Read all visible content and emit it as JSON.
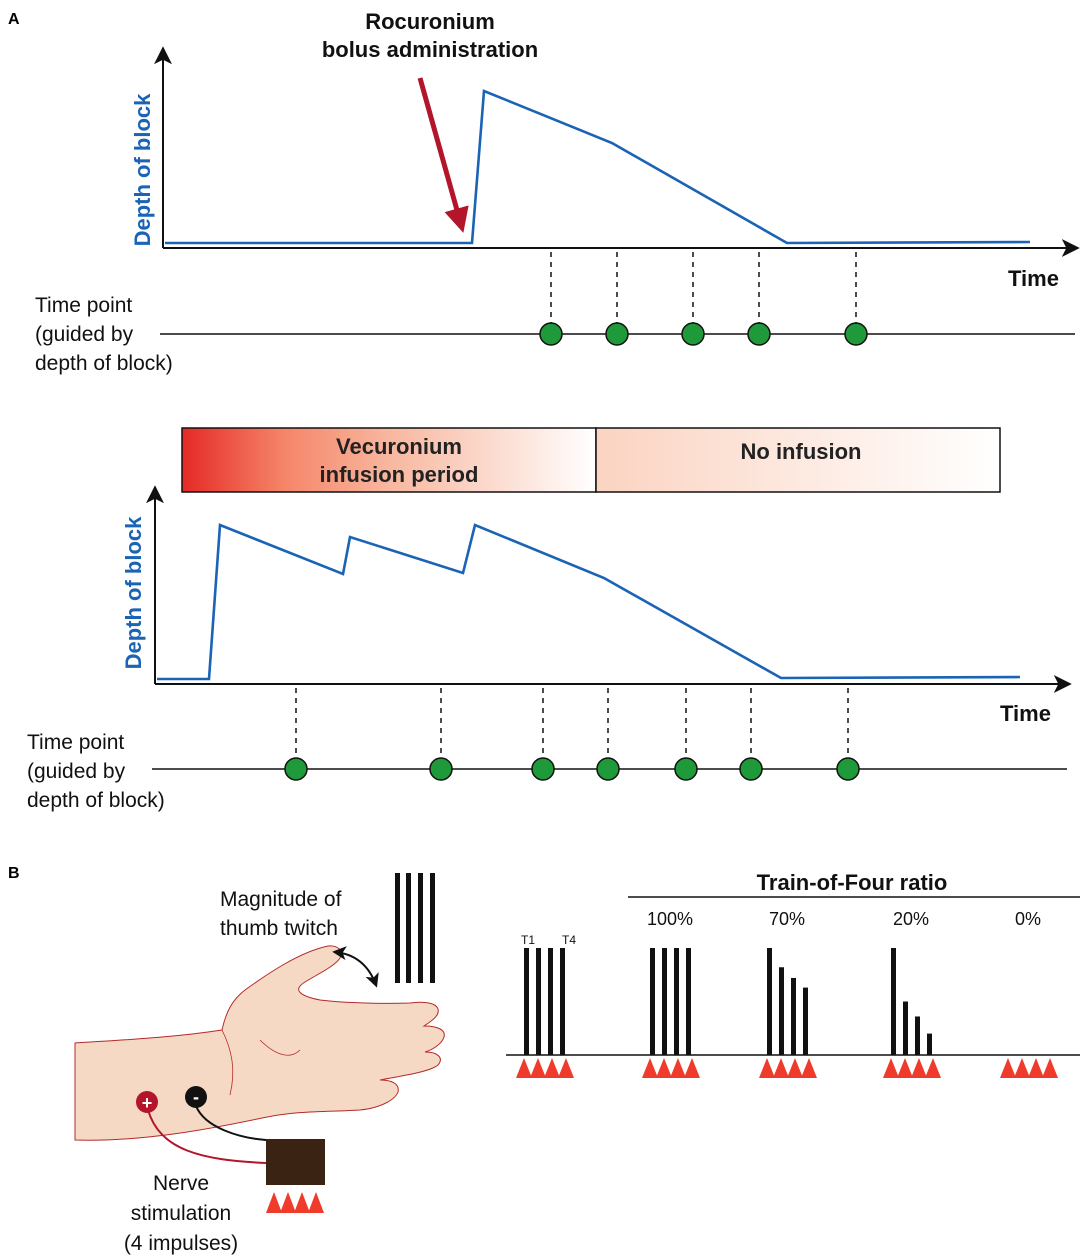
{
  "panel_a": {
    "label": "A",
    "chart1": {
      "annotation_line1": "Rocuronium",
      "annotation_line2": "bolus administration",
      "y_axis_label": "Depth of block",
      "x_axis_label": "Time",
      "timepoint_label_1": "Time point",
      "timepoint_label_2": "(guided by",
      "timepoint_label_3": "depth of block)",
      "timepoint_count": 5
    },
    "chart2": {
      "infusion_box_label_1": "Vecuronium",
      "infusion_box_label_2": "infusion period",
      "no_infusion_label": "No infusion",
      "y_axis_label": "Depth of block",
      "x_axis_label": "Time",
      "timepoint_label_1": "Time point",
      "timepoint_label_2": "(guided by",
      "timepoint_label_3": "depth of block)",
      "timepoint_count": 7
    }
  },
  "panel_b": {
    "label": "B",
    "magnitude_label_1": "Magnitude of",
    "magnitude_label_2": "thumb twitch",
    "nerve_label_1": "Nerve",
    "nerve_label_2": "stimulation",
    "nerve_label_3": "(4 impulses)",
    "electrode_plus": "+",
    "electrode_minus": "-",
    "tof_title": "Train-of-Four ratio",
    "t1_label": "T1",
    "t4_label": "T4",
    "tof_groups": [
      {
        "label": "",
        "ratio": 1.0
      },
      {
        "label": "100%",
        "ratio": 1.0
      },
      {
        "label": "70%",
        "ratio": 0.7
      },
      {
        "label": "20%",
        "ratio": 0.2
      },
      {
        "label": "0%",
        "ratio": 0.0
      }
    ]
  },
  "colors": {
    "line_blue": "#1a63b5",
    "dot_green": "#1e9a3a",
    "arrow_red": "#b3152a",
    "stim_red": "#ee3b2b",
    "box_gradient_start": "#e52a26",
    "stimulator_brown": "#3b2314",
    "skin": "#f6d9c4"
  }
}
